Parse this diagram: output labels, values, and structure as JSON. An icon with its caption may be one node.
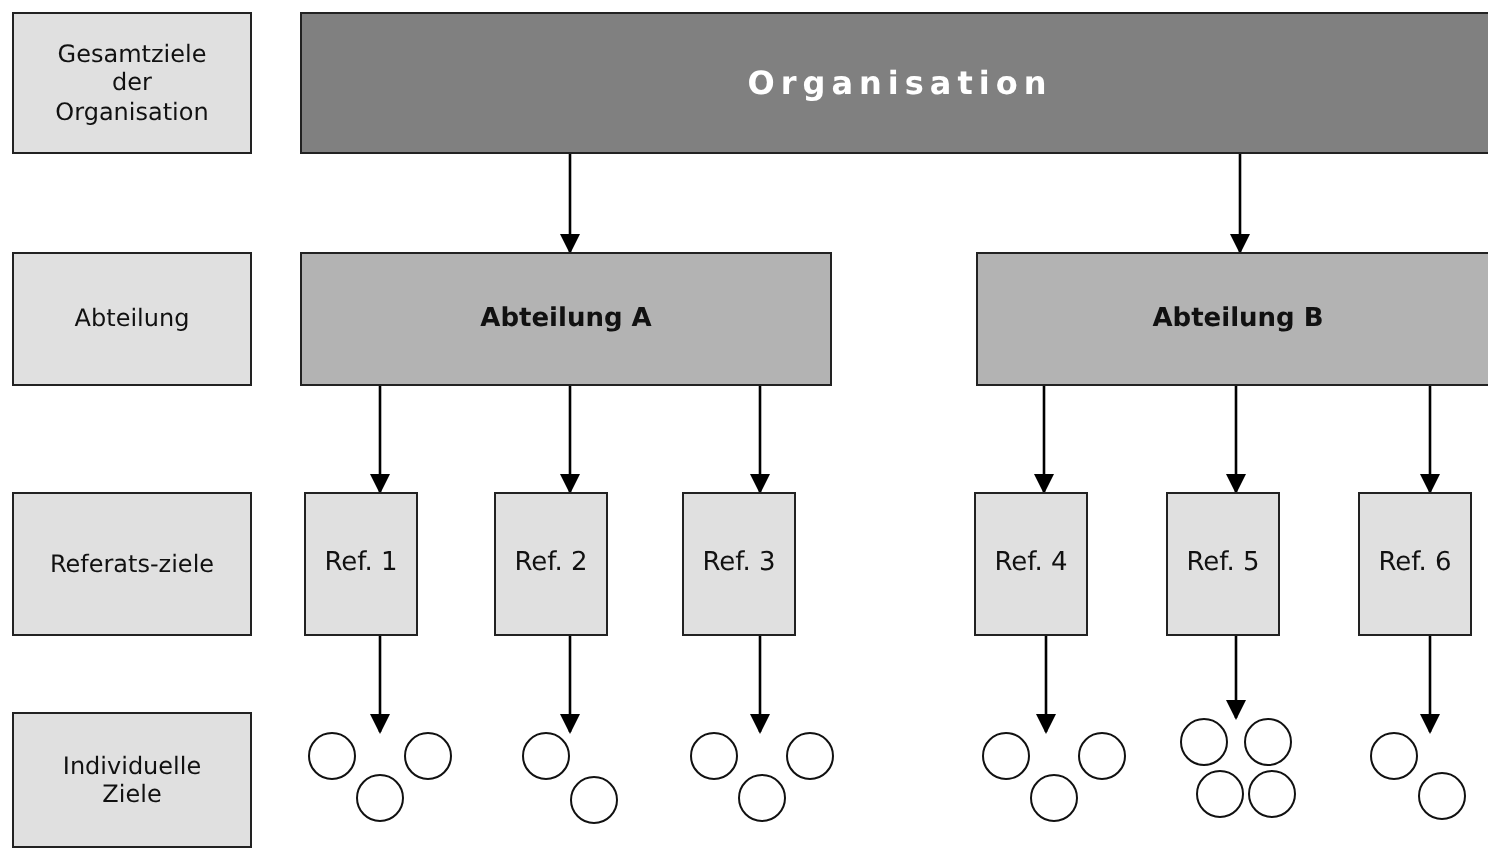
{
  "diagram": {
    "nodes": [
      {
        "text": [
          "Gesamtziele der Organisation"
        ]
      },
      {
        "text": [
          "Organisation"
        ]
      },
      {
        "text": [
          "Abteilung"
        ]
      },
      {
        "text": [
          "Abteilung A"
        ]
      },
      {
        "text": [
          "Abteilung B"
        ]
      },
      {
        "text": [
          "Referats-ziele"
        ]
      },
      {
        "text": [
          "Ref. 1"
        ]
      },
      {
        "text": [
          "Ref. 2"
        ]
      },
      {
        "text": [
          "Ref. 3"
        ]
      },
      {
        "text": [
          "Ref. 4"
        ]
      },
      {
        "text": [
          "Ref. 5"
        ]
      },
      {
        "text": [
          "Ref. 6"
        ]
      },
      {
        "text": [
          "Individuelle Ziele"
        ]
      },
      {
        "text": [],
        "shape": "circle"
      },
      {
        "text": [],
        "shape": "circle"
      },
      {
        "text": [],
        "shape": "circle"
      },
      {
        "text": [],
        "shape": "circle"
      },
      {
        "text": [],
        "shape": "circle"
      },
      {
        "text": [],
        "shape": "circle"
      },
      {
        "text": [],
        "shape": "circle"
      },
      {
        "text": [],
        "shape": "circle"
      },
      {
        "text": [],
        "shape": "circle"
      },
      {
        "text": [],
        "shape": "circle"
      },
      {
        "text": [],
        "shape": "circle"
      },
      {
        "text": [],
        "shape": "circle"
      },
      {
        "text": [],
        "shape": "circle"
      },
      {
        "text": [],
        "shape": "circle"
      },
      {
        "text": [],
        "shape": "circle"
      },
      {
        "text": [],
        "shape": "circle"
      },
      {
        "text": [],
        "shape": "circle"
      }
    ],
    "edges": [
      {
        "from": 1,
        "to": 3,
        "arrow": "to"
      },
      {
        "from": 1,
        "to": 4,
        "arrow": "to"
      },
      {
        "from": 3,
        "to": 6,
        "arrow": "to"
      },
      {
        "from": 3,
        "to": 7,
        "arrow": "to"
      },
      {
        "from": 3,
        "to": 8,
        "arrow": "to"
      },
      {
        "from": 4,
        "to": 9,
        "arrow": "to"
      },
      {
        "from": 4,
        "to": 10,
        "arrow": "to"
      },
      {
        "from": 4,
        "to": 11,
        "arrow": "to"
      },
      {
        "from": 6,
        "to": 13,
        "arrow": "to"
      },
      {
        "from": 7,
        "to": 16,
        "arrow": "to"
      },
      {
        "from": 8,
        "to": 18,
        "arrow": "to"
      },
      {
        "from": 9,
        "to": 21,
        "arrow": "to"
      },
      {
        "from": 10,
        "to": 24,
        "arrow": "to"
      },
      {
        "from": 11,
        "to": 28,
        "arrow": "to"
      }
    ]
  }
}
